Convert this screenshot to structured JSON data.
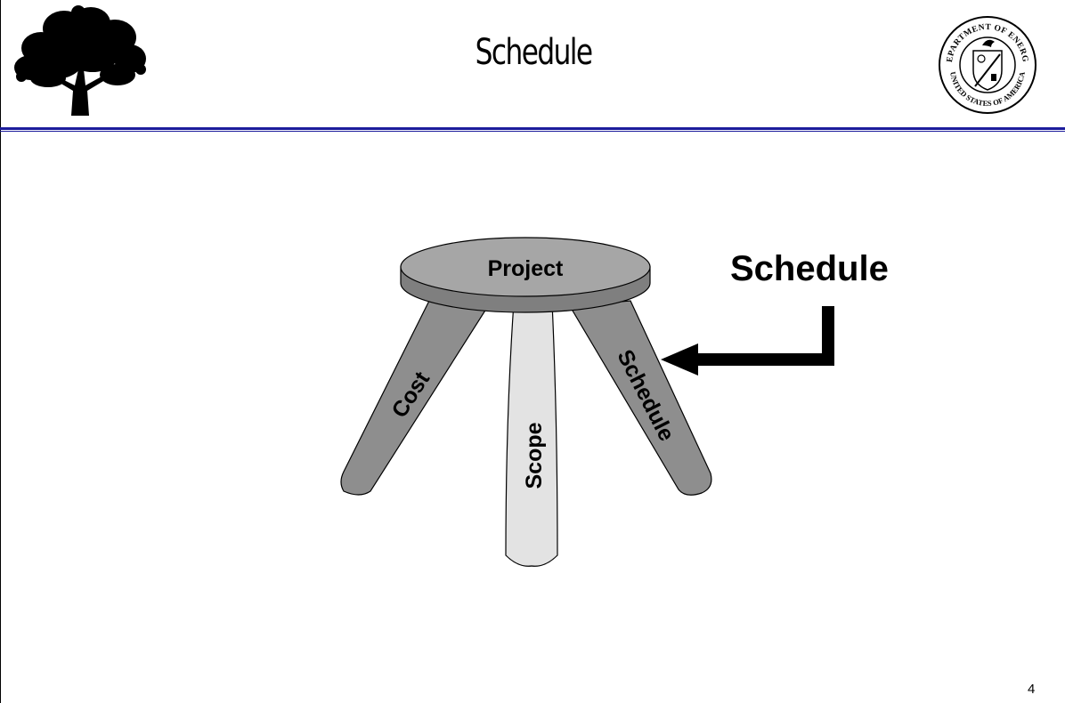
{
  "header": {
    "title": "Schedule",
    "tree_logo_icon": "tree-icon",
    "seal_icon": "department-of-energy-seal-icon",
    "seal_top_text": "DEPARTMENT OF ENERGY",
    "seal_bottom_text": "UNITED STATES OF AMERICA",
    "rule_color": "#1c1c9c"
  },
  "diagram": {
    "seat_label": "Project",
    "legs": {
      "left": "Cost",
      "middle": "Scope",
      "right": "Schedule"
    },
    "callout_label": "Schedule",
    "arrow_icon": "arrow-left-icon",
    "colors": {
      "seat_top": "#a6a6a6",
      "seat_side": "#7f7f7f",
      "leg_dark": "#8e8e8e",
      "leg_light": "#e3e3e3"
    }
  },
  "footer": {
    "page_number": "4"
  }
}
